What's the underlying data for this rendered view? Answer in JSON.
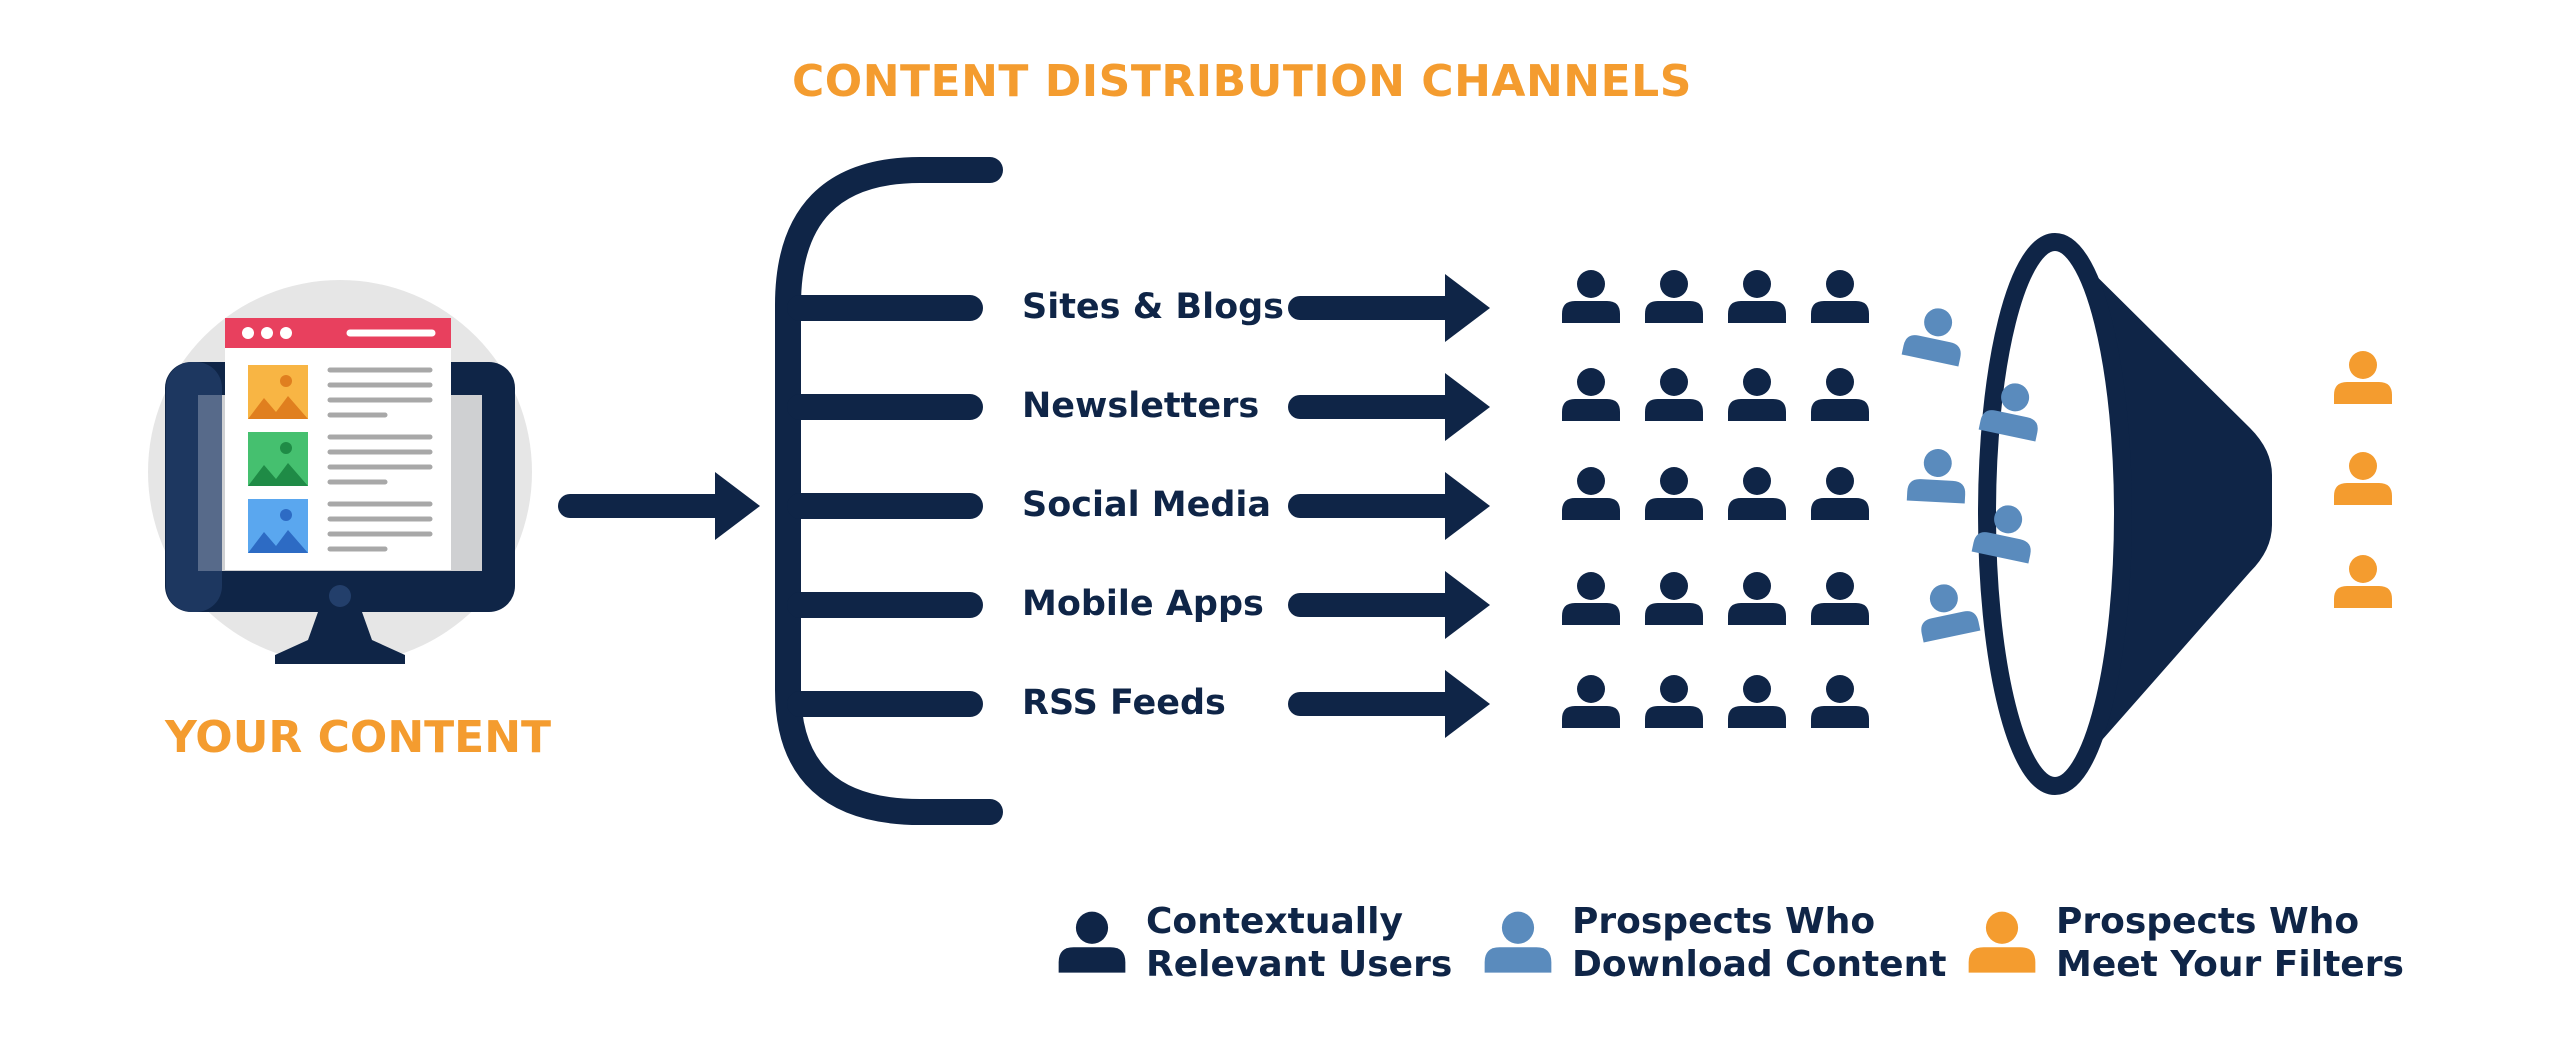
{
  "title": "CONTENT DISTRIBUTION CHANNELS",
  "source_label": "YOUR CONTENT",
  "channels": [
    {
      "label": "Sites & Blogs"
    },
    {
      "label": "Newsletters"
    },
    {
      "label": "Social Media"
    },
    {
      "label": "Mobile Apps"
    },
    {
      "label": "RSS Feeds"
    }
  ],
  "legend": [
    {
      "line1": "Contextually",
      "line2": "Relevant Users",
      "color": "#0f2547"
    },
    {
      "line1": "Prospects Who",
      "line2": "Download Content",
      "color": "#5a8bbd"
    },
    {
      "line1": "Prospects Who",
      "line2": "Meet Your Filters",
      "color": "#f49c2f"
    }
  ],
  "colors": {
    "navy": "#0f2547",
    "blue": "#5a8bbd",
    "orange": "#f49c2f",
    "red": "#e8405e"
  }
}
